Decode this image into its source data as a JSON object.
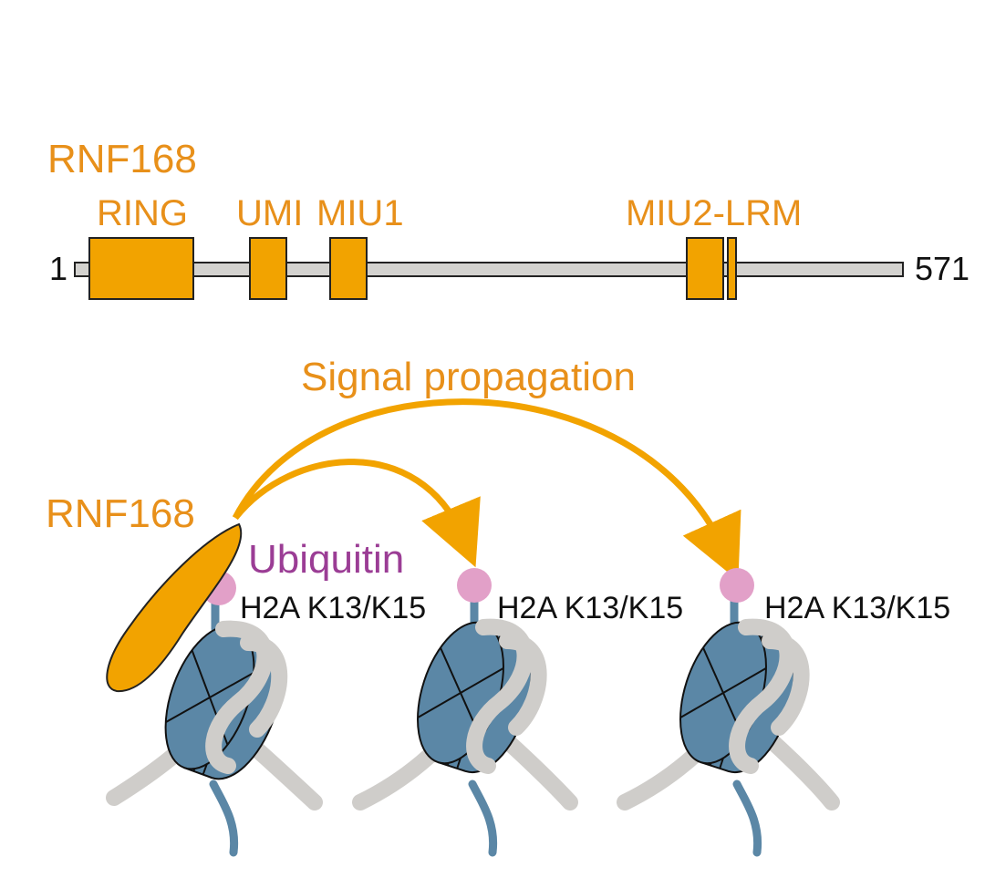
{
  "domain_protein": {
    "title": "RNF168",
    "start": "1",
    "end": "571",
    "domains": [
      {
        "label": "RING"
      },
      {
        "label": "UMI"
      },
      {
        "label": "MIU1"
      },
      {
        "label": "MIU2-LRM"
      }
    ]
  },
  "mechanism": {
    "title": "Signal propagation",
    "enzyme_label": "RNF168",
    "ubiquitin_label": "Ubiquitin",
    "site_label": "H2A K13/K15"
  },
  "colors": {
    "orange": "#F2A300",
    "orange_text": "#E8901A",
    "backbone": "#D3D2CF",
    "histone_blue": "#5B87A6",
    "dna_gray": "#CFCDCA",
    "ubiquitin_pink": "#E2A0C8",
    "purple_text": "#9B3D95"
  }
}
